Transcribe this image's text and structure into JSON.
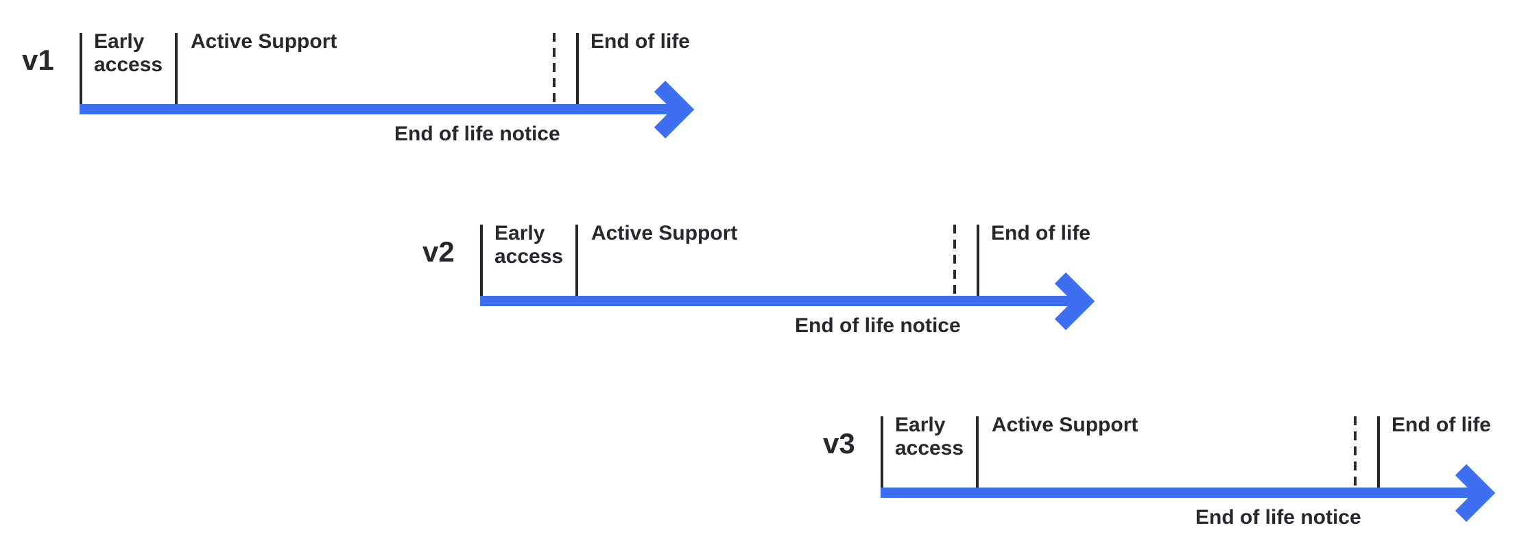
{
  "colors": {
    "arrow_blue": "#3d6ef0",
    "line_dark": "#25282c",
    "text_dark": "#25282c",
    "background": "#ffffff"
  },
  "timelines": [
    {
      "version": "v1",
      "labels": {
        "early_access": "Early access",
        "active_support": "Active Support",
        "end_of_life": "End of life",
        "end_of_life_notice": "End of life notice"
      }
    },
    {
      "version": "v2",
      "labels": {
        "early_access": "Early access",
        "active_support": "Active Support",
        "end_of_life": "End of life",
        "end_of_life_notice": "End of life notice"
      }
    },
    {
      "version": "v3",
      "labels": {
        "early_access": "Early access",
        "active_support": "Active Support",
        "end_of_life": "End of life",
        "end_of_life_notice": "End of life notice"
      }
    }
  ]
}
